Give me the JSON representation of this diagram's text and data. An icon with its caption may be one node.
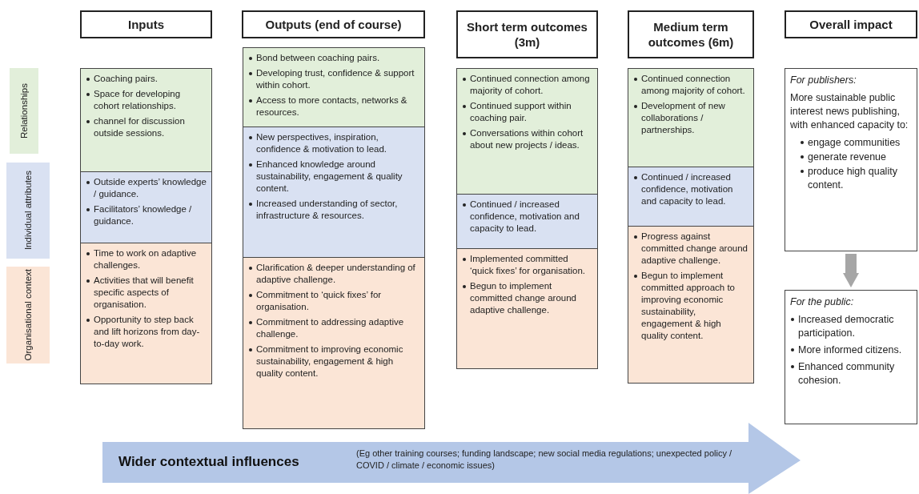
{
  "diagram": {
    "nodes": [
      {
        "text": [
          "Inputs"
        ]
      },
      {
        "text": [
          "Outputs (end of course)"
        ]
      },
      {
        "text": [
          "Short term outcomes (3m)"
        ]
      },
      {
        "text": [
          "Medium term outcomes (6m)"
        ]
      },
      {
        "text": [
          "Overall impact"
        ]
      },
      {
        "text": [
          "Relationships"
        ]
      },
      {
        "text": [
          "Individual attributes"
        ]
      },
      {
        "text": [
          "Organisational context"
        ]
      },
      {
        "text": [
          "Coaching pairs.",
          "Space for developing cohort relationships.",
          "channel for discussion outside sessions."
        ]
      },
      {
        "text": [
          "Outside experts’ knowledge / guidance.",
          "Facilitators’ knowledge / guidance."
        ]
      },
      {
        "text": [
          "Time to work on adaptive challenges.",
          "Activities that will benefit specific aspects of organisation.",
          "Opportunity to step back and lift horizons from day-to-day work."
        ]
      },
      {
        "text": [
          "Bond between coaching pairs.",
          "Developing trust, confidence & support within cohort.",
          "Access to more contacts, networks & resources."
        ]
      },
      {
        "text": [
          "New perspectives, inspiration, confidence & motivation to lead.",
          "Enhanced knowledge around sustainability, engagement & quality content.",
          "Increased understanding of sector, infrastructure & resources."
        ]
      },
      {
        "text": [
          "Clarification & deeper understanding of adaptive challenge.",
          "Commitment to ‘quick fixes’ for organisation.",
          "Commitment to addressing adaptive challenge.",
          "Commitment to improving economic sustainability, engagement & high quality content."
        ]
      },
      {
        "text": [
          "Continued connection among majority of cohort.",
          "Continued support within coaching pair.",
          "Conversations within cohort about new projects / ideas."
        ]
      },
      {
        "text": [
          "Continued / increased confidence, motivation and capacity to lead."
        ]
      },
      {
        "text": [
          "Implemented committed ‘quick fixes’ for organisation.",
          "Begun to implement committed change around adaptive challenge."
        ]
      },
      {
        "text": [
          "Continued connection among majority of cohort.",
          "Development of new collaborations / partnerships."
        ]
      },
      {
        "text": [
          "Continued / increased confidence, motivation and capacity to lead."
        ]
      },
      {
        "text": [
          "Progress against committed change around adaptive challenge.",
          "Begun to implement committed approach to improving economic sustainability, engagement & high quality content."
        ]
      },
      {
        "text": [
          "For publishers:",
          "More sustainable public interest news publishing, with enhanced capacity to:",
          "engage communities",
          "generate revenue",
          "produce high quality content."
        ]
      },
      {
        "text": [
          "For the public:",
          "Increased democratic participation.",
          "More informed citizens.",
          "Enhanced community cohesion."
        ]
      },
      {
        "text": [
          "Wider contextual influences",
          "(Eg other training courses; funding landscape; new social media regulations; unexpected policy / COVID / climate / economic issues)"
        ]
      }
    ],
    "edges": [
      {
        "from": 20,
        "to": 21,
        "arrow": "to"
      }
    ]
  }
}
